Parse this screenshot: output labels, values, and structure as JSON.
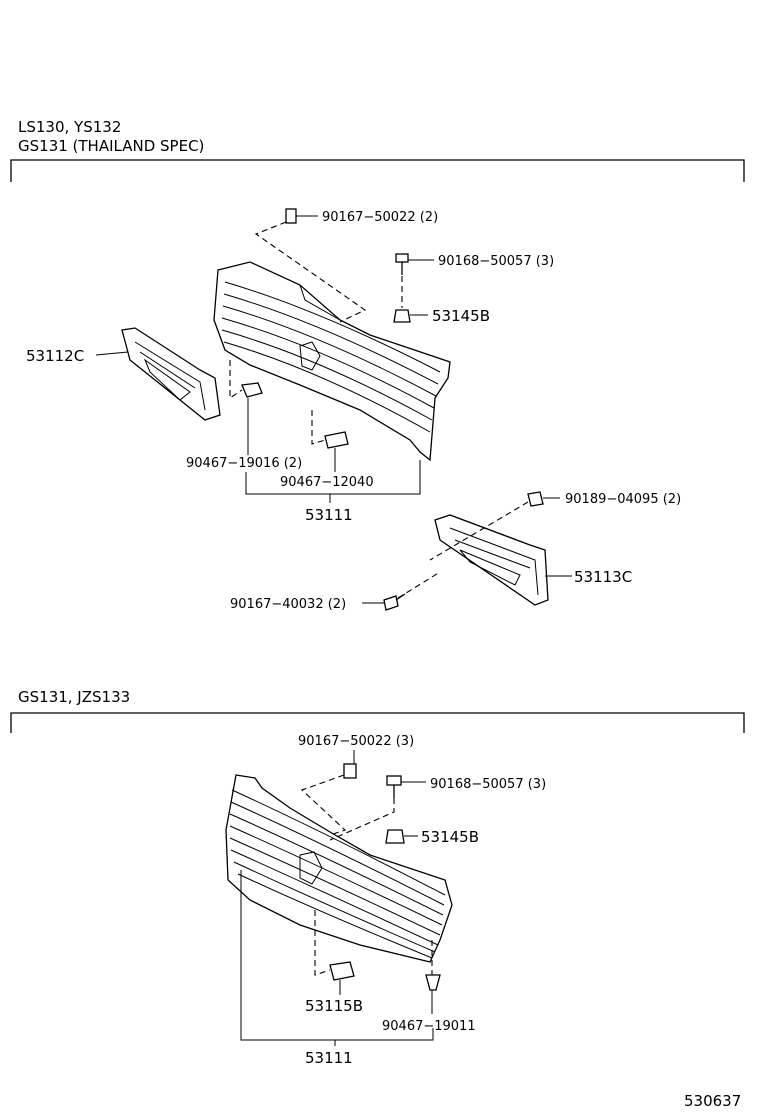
{
  "sections": [
    {
      "header_line1": "LS130, YS132",
      "header_line2": "GS131 (THAILAND  SPEC)",
      "parts": {
        "p1": "90167−50022 (2)",
        "p2": "90168−50057 (3)",
        "p3": "53145B",
        "p4": "53112C",
        "p5": "90467−19016 (2)",
        "p6": "90467−12040",
        "p7": "53111",
        "p8": "90189−04095 (2)",
        "p9": "53113C",
        "p10": "90167−40032 (2)"
      }
    },
    {
      "header_line1": "GS131, JZS133",
      "parts": {
        "p1": "90167−50022 (3)",
        "p2": "90168−50057 (3)",
        "p3": "53145B",
        "p4": "53115B",
        "p5": "90467−19011",
        "p6": "53111"
      }
    }
  ],
  "figure_code": "530637"
}
